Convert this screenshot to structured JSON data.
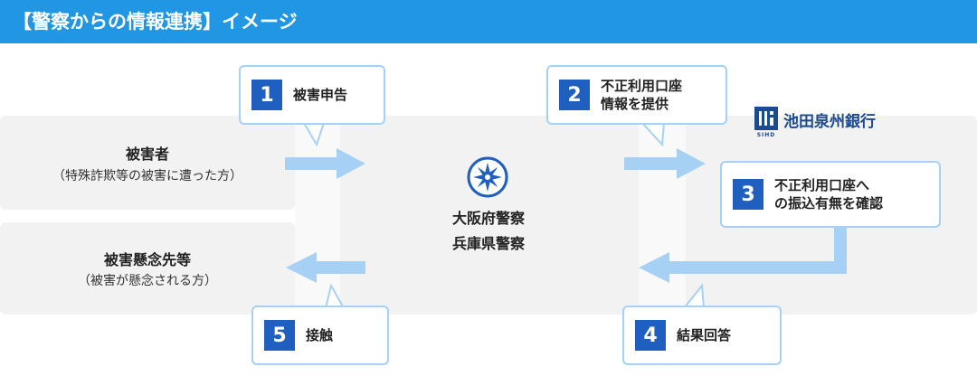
{
  "header": {
    "title": "【警察からの情報連携】イメージ"
  },
  "victim": {
    "title": "被害者",
    "subtitle": "（特殊詐欺等の被害に遭った方）"
  },
  "concern": {
    "title": "被害懸念先等",
    "subtitle": "（被害が懸念される方）"
  },
  "police": {
    "line1": "大阪府警察",
    "line2": "兵庫県警察"
  },
  "bank": {
    "name": "池田泉州銀行",
    "logo_sub": "SIHD"
  },
  "steps": [
    {
      "number": "1",
      "line1": "被害申告",
      "line2": ""
    },
    {
      "number": "2",
      "line1": "不正利用口座",
      "line2": "情報を提供"
    },
    {
      "number": "3",
      "line1": "不正利用口座へ",
      "line2": "の振込有無を確認"
    },
    {
      "number": "4",
      "line1": "結果回答",
      "line2": ""
    },
    {
      "number": "5",
      "line1": "接触",
      "line2": ""
    }
  ],
  "colors": {
    "header": "#2196e3",
    "arrow": "#a6d1f4",
    "number_box": "#1f5fbf",
    "band": "#f2f2f2"
  }
}
